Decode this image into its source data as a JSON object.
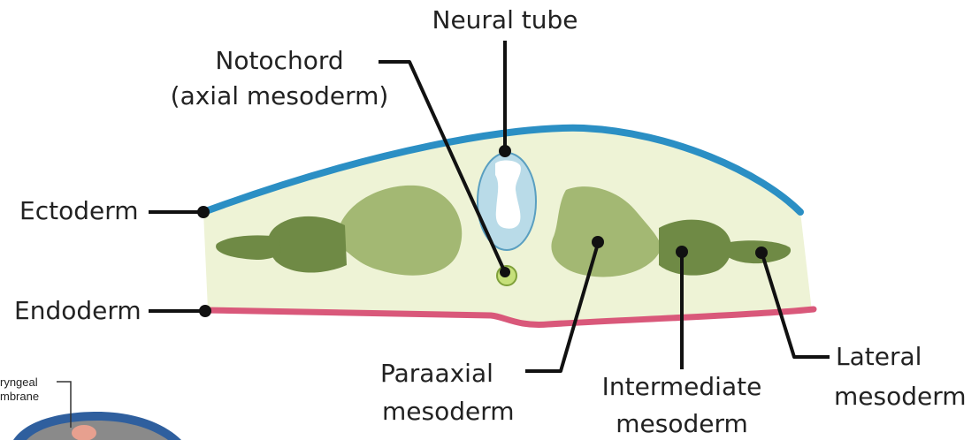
{
  "labels": {
    "neural_tube": "Neural tube",
    "notochord_line1": "Notochord",
    "notochord_line2": "(axial mesoderm)",
    "ectoderm": "Ectoderm",
    "endoderm": "Endoderm",
    "paraxial_line1": "Paraaxial",
    "paraxial_line2": "mesoderm",
    "intermediate_line1": "Intermediate",
    "intermediate_line2": "mesoderm",
    "lateral_line1": "Lateral",
    "lateral_line2": "mesoderm"
  },
  "inset": {
    "label_line1": "ryngeal",
    "label_line2": "mbrane"
  },
  "colors": {
    "ectoderm": "#2b8fc4",
    "endoderm": "#d9587a",
    "mesenchyme": "#eef3d6",
    "somite_light": "#a3b873",
    "somite_dark": "#6f8a45",
    "neural_tube": "#b9dbe8",
    "notochord": "#c6e07a"
  }
}
